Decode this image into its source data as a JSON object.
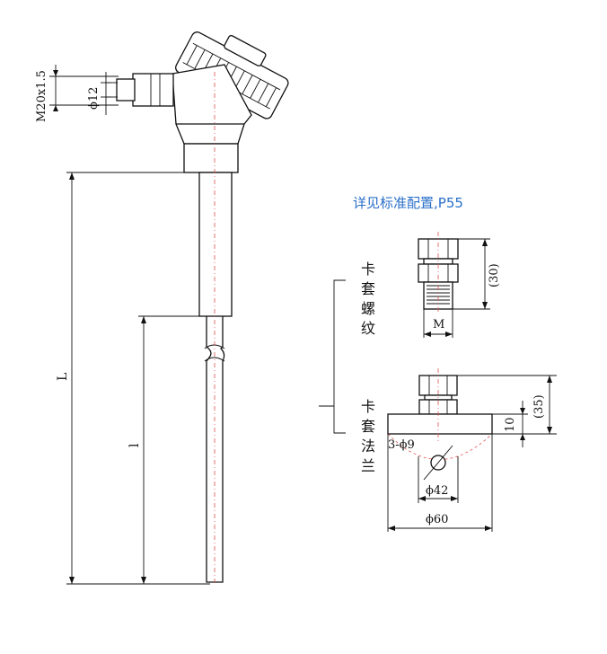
{
  "heading": "详见标准配置,P55",
  "dims": {
    "thread": "M20x1.5",
    "bore": "ϕ12",
    "total_length": "L",
    "insert_length": "l",
    "height_30": "(30)",
    "thread_m": "M",
    "height_35": "(35)",
    "thickness": "10",
    "holes": "3-ϕ9",
    "pcd": "ϕ42",
    "outer": "ϕ60"
  },
  "labels": {
    "ferrule_thread": [
      "卡",
      "套",
      "螺",
      "纹"
    ],
    "ferrule_flange": [
      "卡",
      "套",
      "法",
      "兰"
    ]
  },
  "colors": {
    "heading": "#2a6fc9",
    "centerline": "#e05050",
    "line": "#111111"
  }
}
